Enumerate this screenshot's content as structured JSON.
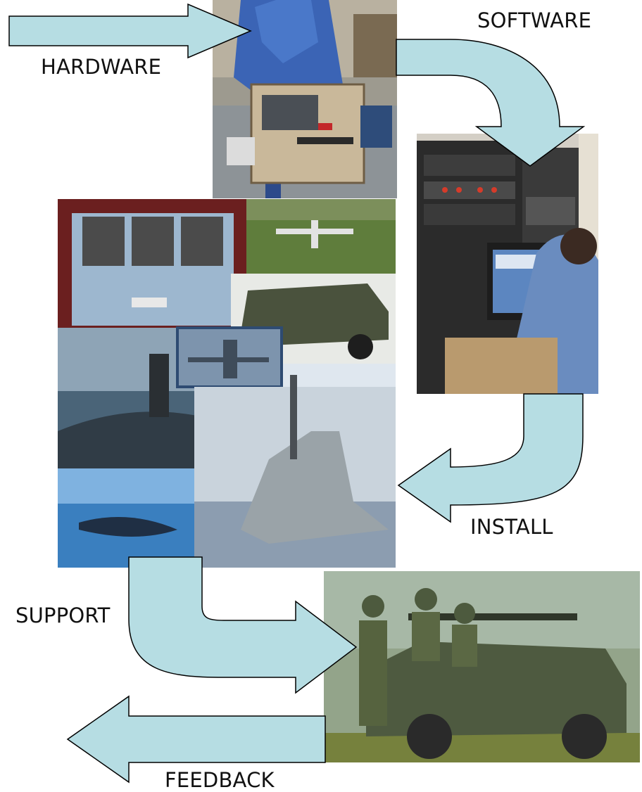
{
  "labels": {
    "hardware": "HARDWARE",
    "software": "SOFTWARE",
    "install": "INSTALL",
    "support": "SUPPORT",
    "feedback": "FEEDBACK"
  },
  "colors": {
    "arrow_fill": "#b6dde3",
    "arrow_stroke": "#000000"
  }
}
